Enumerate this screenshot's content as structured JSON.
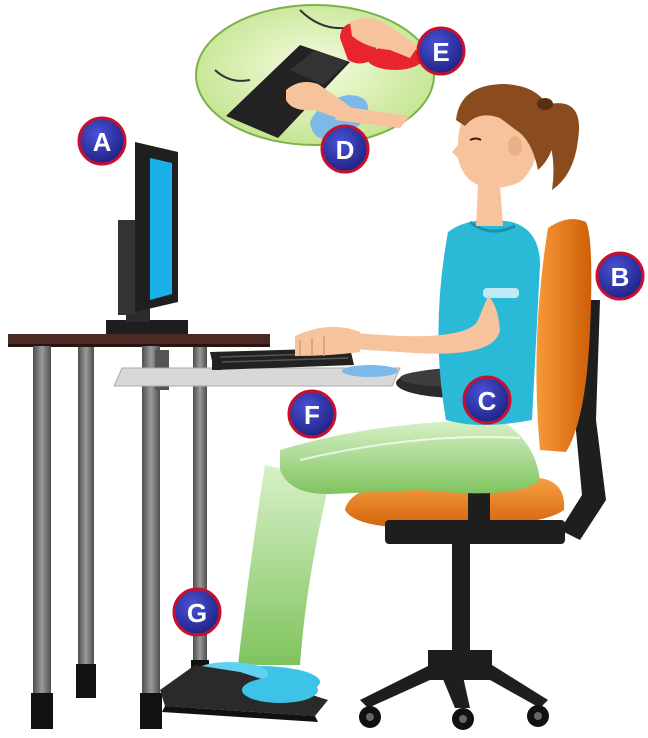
{
  "labels": {
    "a": "A",
    "b": "B",
    "c": "C",
    "d": "D",
    "e": "E",
    "f": "F",
    "g": "G"
  },
  "colors": {
    "badge_fill": "#2a2f9e",
    "badge_ring": "#c8102e",
    "chair_orange": "#f07d12",
    "shirt": "#2bb9d8",
    "pants": "#a6dd8f",
    "skin": "#f6c39c",
    "hair": "#8a4b1f",
    "desk_top": "#4a2a22",
    "monitor_screen": "#1ab0e8",
    "inset_bg": "#d7f0a5",
    "mouse_red": "#e8242c",
    "wrist_rest_blue": "#7cb8e8",
    "footrest": "#2a2a2a"
  }
}
